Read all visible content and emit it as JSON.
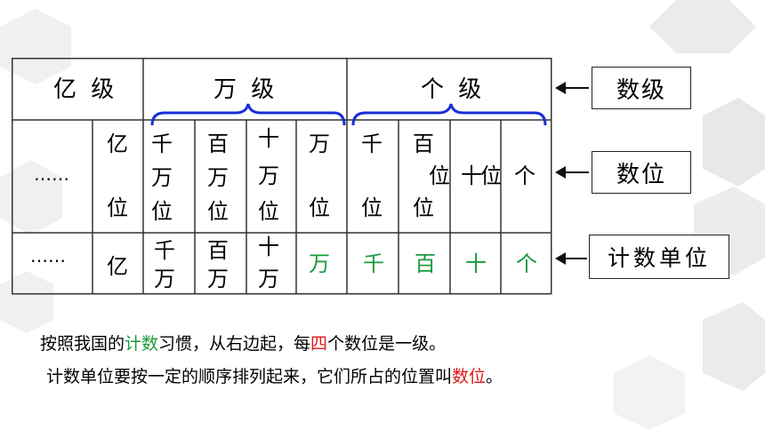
{
  "table": {
    "levels": [
      "亿 级",
      "万 级",
      "个 级"
    ],
    "row1_first": "……",
    "yi_place": [
      "亿",
      "位"
    ],
    "wan_places": [
      [
        "千",
        "万",
        "位"
      ],
      [
        "百",
        "万",
        "位"
      ],
      [
        "十",
        "万",
        "位"
      ],
      [
        "万",
        "位"
      ]
    ],
    "ge_places": {
      "qian": [
        "千",
        "位"
      ],
      "bai": [
        "百",
        "位"
      ],
      "row_text": [
        "位",
        "十",
        "位",
        "个"
      ]
    },
    "row2_first": "……",
    "unit_yi": "亿",
    "unit_wan": [
      [
        "千",
        "万"
      ],
      [
        "百",
        "万"
      ],
      [
        "十",
        "万"
      ]
    ],
    "unit_green": [
      "万",
      "千",
      "百",
      "十",
      "个"
    ]
  },
  "labels": {
    "shuji": "数级",
    "shuwei": "数位",
    "jishu_danwei": "计数单位"
  },
  "paragraph": {
    "line1": {
      "p1": "按照我国的",
      "p2": "计数",
      "p3": "习惯，从右边起，每",
      "p4": "四",
      "p5": "个数位是一级。"
    },
    "line2": {
      "p1": "计数单位要按一定的顺序排列起来，它们所占的位置叫",
      "p2": "数位",
      "p3": "。"
    }
  },
  "colors": {
    "green": "#1a9a3a",
    "red": "#e01818",
    "brace": "#1a2fd6"
  }
}
